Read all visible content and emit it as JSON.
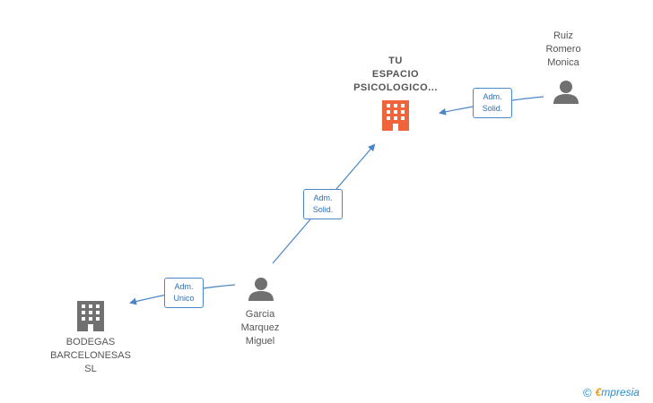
{
  "nodes": {
    "company_main": {
      "label": "TU\nESPACIO\nPSICOLOGICO...",
      "color": "#f0643c"
    },
    "company_bodegas": {
      "label": "BODEGAS\nBARCELONESAS\nSL",
      "color": "#707070"
    },
    "person_ruiz": {
      "label": "Ruiz\nRomero\nMonica",
      "color": "#707070"
    },
    "person_garcia": {
      "label": "Garcia\nMarquez\nMiguel",
      "color": "#707070"
    }
  },
  "edges": {
    "ruiz_to_main": "Adm.\nSolid.",
    "garcia_to_main": "Adm.\nSolid.",
    "garcia_to_bodegas": "Adm.\nUnico"
  },
  "colors": {
    "edge": "#4a86c8",
    "accent": "#f0643c",
    "icon": "#707070"
  },
  "footer": {
    "copyright_symbol": "©",
    "brand_initial": "€",
    "brand_rest": "mpresia"
  }
}
